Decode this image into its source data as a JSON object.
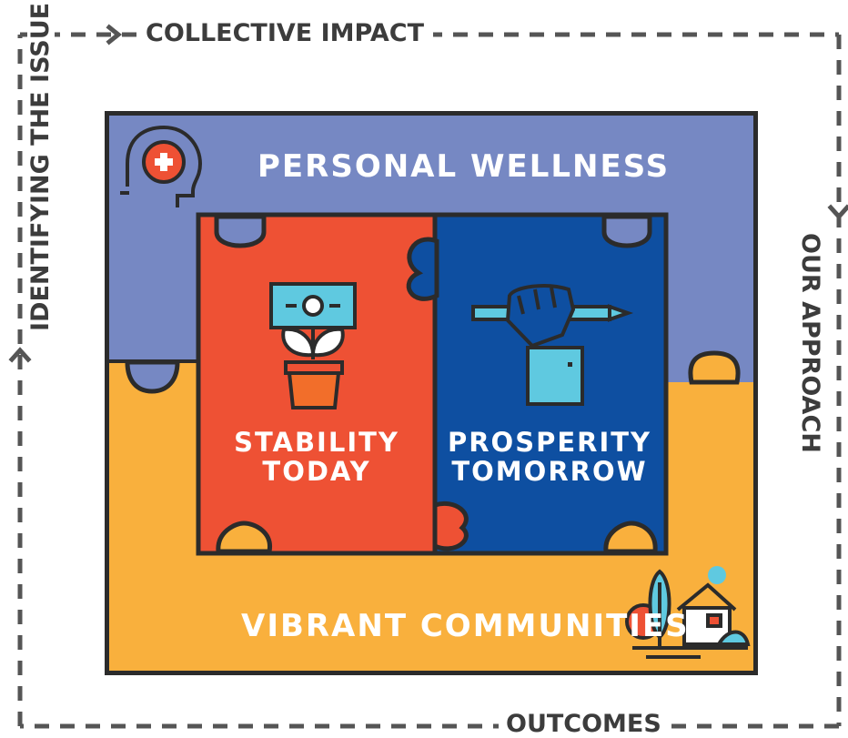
{
  "flow_labels": {
    "top": "COLLECTIVE IMPACT",
    "right": "OUR APPROACH",
    "bottom": "OUTCOMES",
    "left": "IDENTIFYING THE ISSUE"
  },
  "pieces": {
    "personal_wellness": "PERSONAL WELLNESS",
    "stability_line1": "STABILITY",
    "stability_line2": "TODAY",
    "prosperity_line1": "PROSPERITY",
    "prosperity_line2": "TOMORROW",
    "vibrant_communities": "VIBRANT COMMUNITIES"
  },
  "colors": {
    "wellness": "#7688c3",
    "stability": "#ee5134",
    "prosperity": "#0e4fa1",
    "community": "#f9b03d",
    "outline": "#2b2b2b",
    "accent_teal": "#5fc9e0",
    "label_gray": "#3c3c3c"
  },
  "icons": [
    "head-health-icon",
    "money-plant-icon",
    "hand-pencil-icon",
    "house-trees-icon"
  ]
}
